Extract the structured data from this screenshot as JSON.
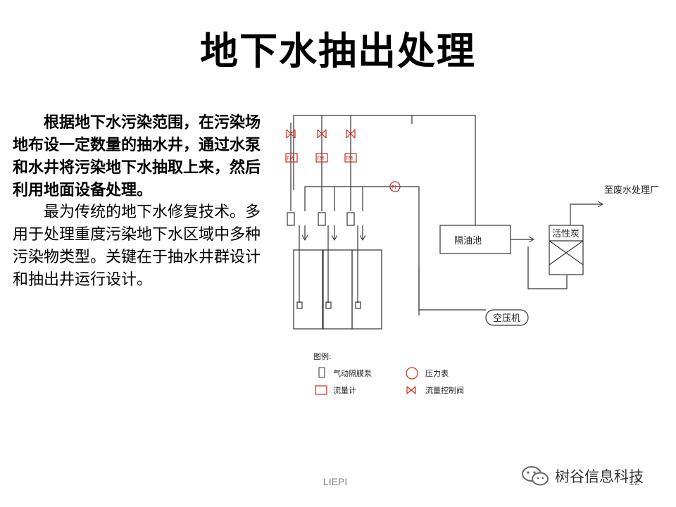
{
  "slide": {
    "title": "地下水抽出处理",
    "paragraph1": "根据地下水污染范围，在污染场地布设一定数量的抽水井，通过水泵和水井将污染地下水抽取上来，然后利用地面设备处理。",
    "paragraph2": "最为传统的地下水修复技术。多用于处理重度污染地下水区域中多种污染物类型。关键在于抽水井群设计和抽出井运行设计。",
    "footer": "LIEPI",
    "page_number": "12",
    "watermark": "树谷信息科技"
  },
  "diagram": {
    "oil_separator": "隔油池",
    "activated_carbon": "活性炭",
    "air_compressor": "空压机",
    "to_plant": "至废水处理厂",
    "fm_tag": "FM",
    "pi_tag": "PI",
    "legend": {
      "title": "图例:",
      "pump": "气动隔膜泵",
      "gauge": "压力表",
      "flowmeter": "流量计",
      "valve": "流量控制阀"
    }
  },
  "colors": {
    "line": "#333333",
    "instrument": "#d9261c"
  }
}
